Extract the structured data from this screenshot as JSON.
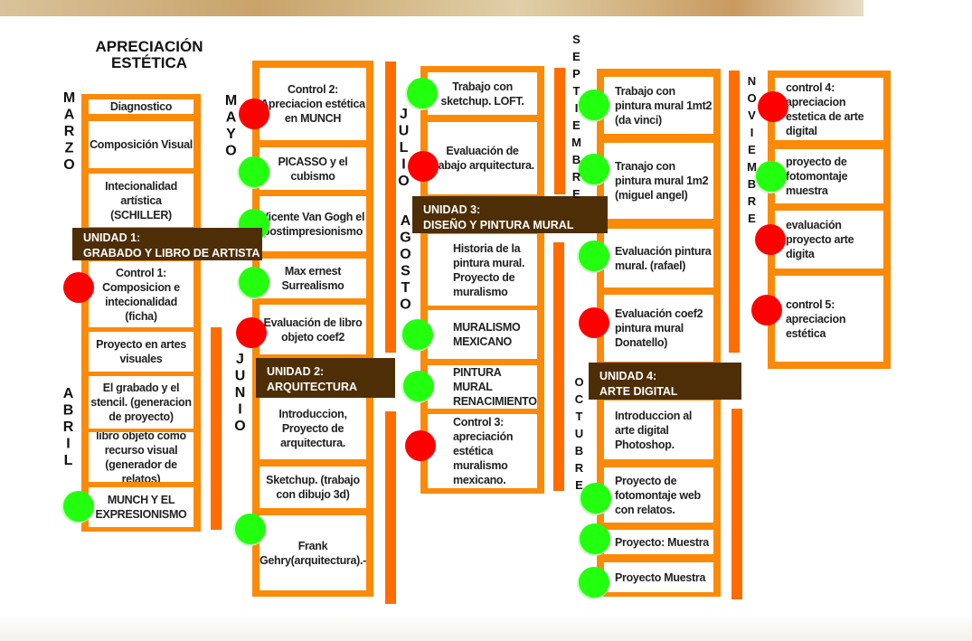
{
  "title": "APRECIACIÓN ESTÉTICA",
  "colors": {
    "frame": "#fb8a08",
    "bar": "#ff6d00",
    "unit_bg": "#4e2e06",
    "status_done": "#22ff0f",
    "status_pending": "#ff0000"
  },
  "months": [
    "MARZO",
    "ABRIL",
    "MAYO",
    "JUNIO",
    "JULIO",
    "AGOSTO",
    "SEPTIEMBRE",
    "OCTUBRE",
    "NOVIEMBRE"
  ],
  "units": [
    {
      "line1": "UNIDAD 1:",
      "line2": "GRABADO Y LIBRO DE ARTISTA"
    },
    {
      "line1": "UNIDAD 2:",
      "line2": "ARQUITECTURA"
    },
    {
      "line1": "UNIDAD 3:",
      "line2": "DISEÑO Y PINTURA MURAL"
    },
    {
      "line1": "UNIDAD 4:",
      "line2": "ARTE DIGITAL"
    }
  ],
  "columns": [
    {
      "items": [
        {
          "text": "Diagnostico",
          "status": null
        },
        {
          "text": "Composición Visual",
          "status": null
        },
        {
          "text": "Intecionalidad artística (SCHILLER)",
          "status": null
        },
        {
          "text": "Control 1: Composicion e intecionalidad (ficha)",
          "status": "pending"
        },
        {
          "text": "Proyecto en artes visuales",
          "status": null
        },
        {
          "text": "El grabado y el stencil. (generacion de proyecto)",
          "status": null
        },
        {
          "text": "libro objeto como recurso visual (generador de relatos)",
          "status": null
        },
        {
          "text": "MUNCH Y EL EXPRESIONISMO",
          "status": "done"
        }
      ]
    },
    {
      "items": [
        {
          "text": "Control 2: Apreciacion estética en MUNCH",
          "status": "pending"
        },
        {
          "text": "PICASSO y el cubismo",
          "status": "done"
        },
        {
          "text": "Vicente Van Gogh el postimpresionismo",
          "status": "done"
        },
        {
          "text": "Max ernest Surrealismo",
          "status": "done"
        },
        {
          "text": "Evaluación de libro objeto coef2",
          "status": "pending"
        },
        {
          "text": "Introduccion, Proyecto de arquitectura.",
          "status": null
        },
        {
          "text": "Sketchup. (trabajo con dibujo 3d)",
          "status": null
        },
        {
          "text": "Frank Gehry(arquitectura).-",
          "status": "done"
        }
      ]
    },
    {
      "items": [
        {
          "text": "Trabajo con sketchup. LOFT.",
          "status": "done"
        },
        {
          "text": "Evaluación de trabajo arquitectura.",
          "status": "pending"
        },
        {
          "text": "Historia de la pintura mural. Proyecto de muralismo",
          "status": null
        },
        {
          "text": "MURALISMO MEXICANO",
          "status": "done"
        },
        {
          "text": "PINTURA MURAL RENACIMIENTO",
          "status": "done"
        },
        {
          "text": "Control 3: apreciación estética muralismo mexicano.",
          "status": "pending"
        }
      ]
    },
    {
      "items": [
        {
          "text": "Trabajo con pintura mural 1mt2 (da vinci)",
          "status": "done"
        },
        {
          "text": "Tranajo con pintura mural 1m2 (miguel angel)",
          "status": "done"
        },
        {
          "text": "Evaluación pintura mural. (rafael)",
          "status": "done"
        },
        {
          "text": "Evaluación coef2 pintura mural Donatello)",
          "status": "pending"
        },
        {
          "text": "Introduccion al arte digital Photoshop.",
          "status": null
        },
        {
          "text": "Proyecto de fotomontaje web con relatos.",
          "status": "done"
        },
        {
          "text": "Proyecto: Muestra",
          "status": "done"
        },
        {
          "text": "Proyecto Muestra",
          "status": "done"
        }
      ]
    },
    {
      "items": [
        {
          "text": "control 4: apreciacion estetica de arte digital",
          "status": "pending"
        },
        {
          "text": "proyecto de fotomontaje muestra",
          "status": "done"
        },
        {
          "text": "evaluación proyecto arte digita",
          "status": "pending"
        },
        {
          "text": "control 5: apreciacion estética",
          "status": "pending"
        }
      ]
    }
  ]
}
